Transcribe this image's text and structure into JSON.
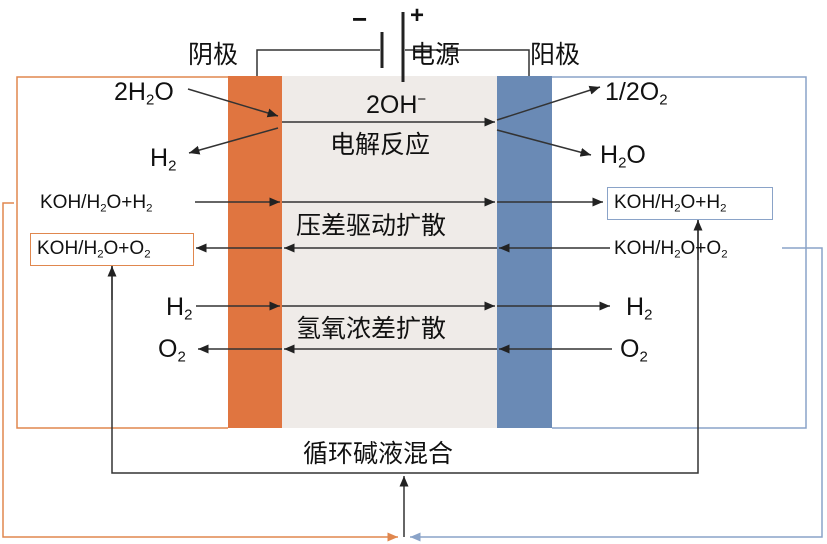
{
  "labels": {
    "cathode": "阴极",
    "anode": "阳极",
    "power": "电源",
    "minus": "−",
    "plus": "+",
    "electrolysis": "电解反应",
    "pressure_diffusion": "压差驱动扩散",
    "concentration_diffusion": "氢氧浓差扩散",
    "circulation_mixing": "循环碱液混合"
  },
  "species": {
    "water2": {
      "main": "2H",
      "sub": "2",
      "tail": "O"
    },
    "h2_cathode": {
      "main": "H",
      "sub": "2"
    },
    "oh": {
      "main": "2OH",
      "sup": "−"
    },
    "half_o2": {
      "main": "1/2O",
      "sub": "2"
    },
    "water_anode": {
      "main": "H",
      "sub": "2",
      "tail": "O"
    },
    "koh_h2_left": {
      "a": "KOH/H",
      "s1": "2",
      "b": "O+H",
      "s2": "2"
    },
    "koh_h2_right": {
      "a": "KOH/H",
      "s1": "2",
      "b": "O+H",
      "s2": "2"
    },
    "koh_o2_left": {
      "a": "KOH/H",
      "s1": "2",
      "b": "O+O",
      "s2": "2"
    },
    "koh_o2_right": {
      "a": "KOH/H",
      "s1": "2",
      "b": "O+O",
      "s2": "2"
    },
    "h2_left": {
      "main": "H",
      "sub": "2"
    },
    "h2_right": {
      "main": "H",
      "sub": "2"
    },
    "o2_left": {
      "main": "O",
      "sub": "2"
    },
    "o2_right": {
      "main": "O",
      "sub": "2"
    }
  },
  "colors": {
    "cathode": "#e07540",
    "anode": "#6a8ab5",
    "membrane": "#efebe8",
    "orange_line": "#e0874e",
    "blue_line": "#8aa3c8"
  }
}
